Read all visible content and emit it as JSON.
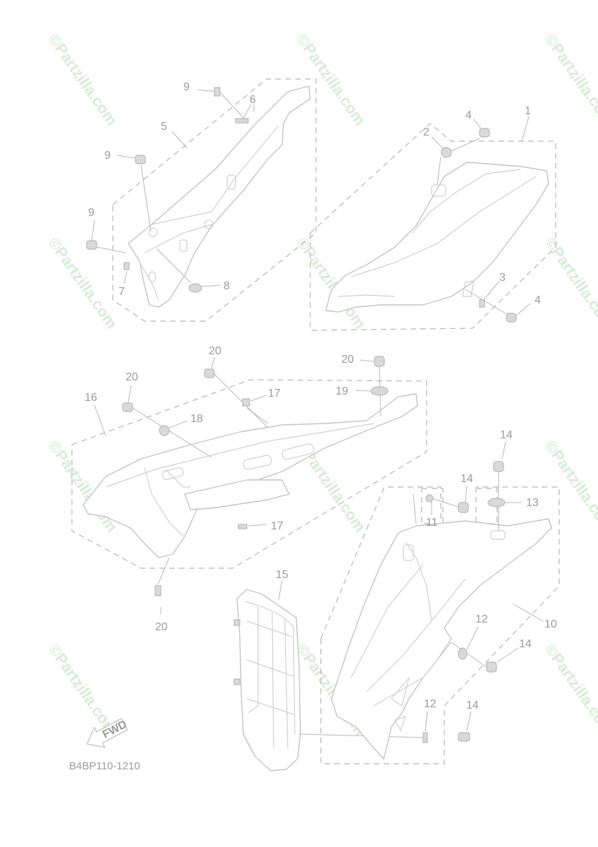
{
  "watermark": {
    "text": "©Partzilla.com"
  },
  "callouts": {
    "c1": "1",
    "c2": "2",
    "c3": "3",
    "c4a": "4",
    "c4b": "4",
    "c5": "5",
    "c6": "6",
    "c7": "7",
    "c8": "8",
    "c9a": "9",
    "c9b": "9",
    "c9c": "9",
    "c10": "10",
    "c11": "11",
    "c12a": "12",
    "c12b": "12",
    "c13": "13",
    "c14a": "14",
    "c14b": "14",
    "c14c": "14",
    "c14d": "14",
    "c15": "15",
    "c16": "16",
    "c17a": "17",
    "c17b": "17",
    "c18": "18",
    "c19": "19",
    "c20a": "20",
    "c20b": "20",
    "c20c": "20",
    "c20d": "20"
  },
  "fwd_arrow": {
    "label": "FWD"
  },
  "diagram_code": "B4BP110-1210"
}
